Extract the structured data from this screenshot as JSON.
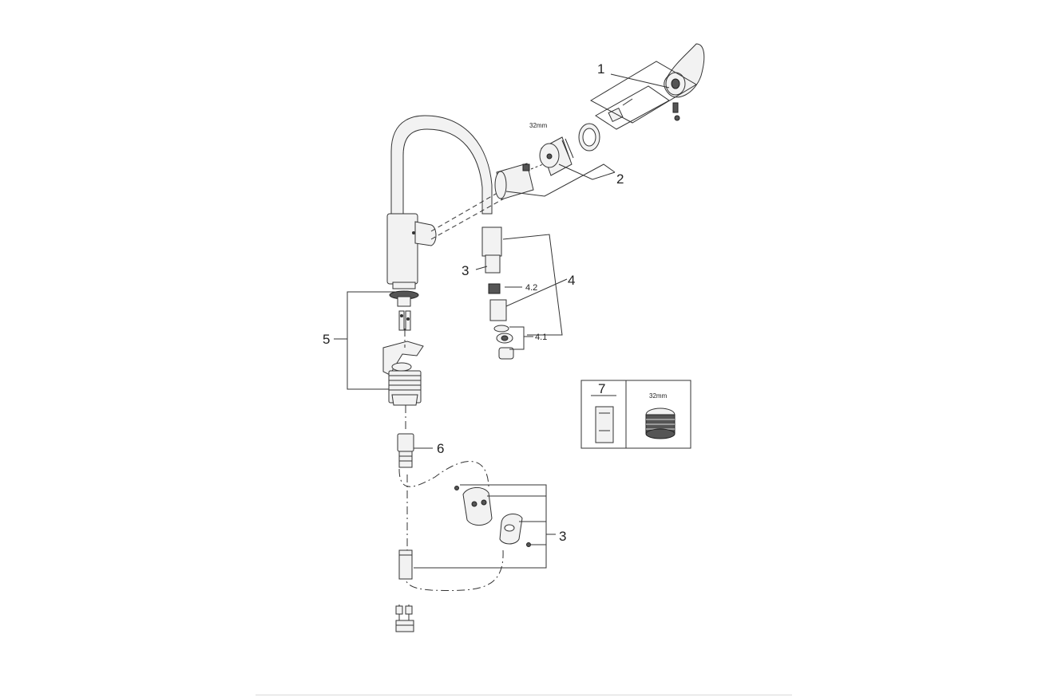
{
  "labels": {
    "handle_group": "1",
    "cartridge_group": "2",
    "size_main": "32mm",
    "spray_head": "3",
    "spray_group": "4",
    "spray_sub_a": "4.2",
    "spray_sub_b": "4.1",
    "mount_group": "5",
    "hose_connector": "6",
    "holder_group": "3",
    "tool_box": "7",
    "size_tool": "32mm"
  }
}
